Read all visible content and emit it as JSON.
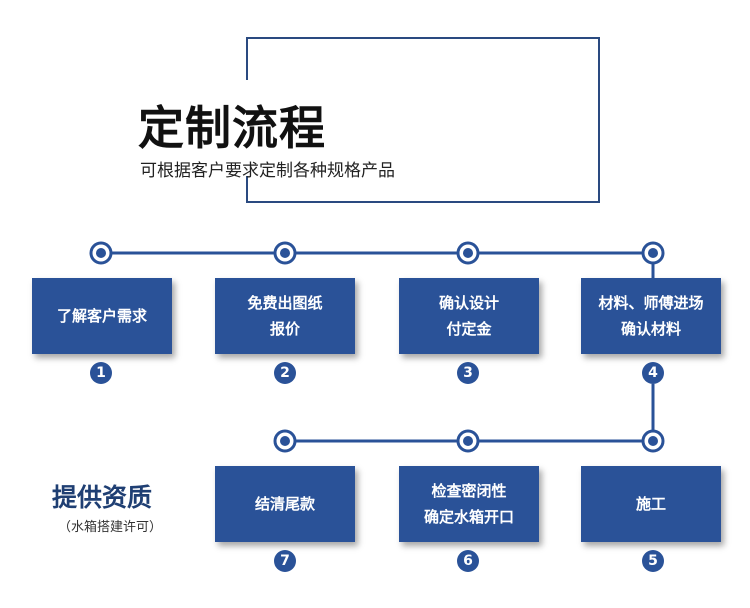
{
  "header": {
    "title": "定制流程",
    "subtitle": "可根据客户要求定制各种规格产品"
  },
  "steps": [
    {
      "number": "1",
      "label": "了解客户需求"
    },
    {
      "number": "2",
      "label": "免费出图纸\n报价"
    },
    {
      "number": "3",
      "label": "确认设计\n付定金"
    },
    {
      "number": "4",
      "label": "材料、师傅进场\n确认材料"
    },
    {
      "number": "5",
      "label": "施工"
    },
    {
      "number": "6",
      "label": "检查密闭性\n确定水箱开口"
    },
    {
      "number": "7",
      "label": "结清尾款"
    }
  ],
  "credentials": {
    "title": "提供资质",
    "subtitle": "（水箱搭建许可）"
  },
  "colors": {
    "box": "#2a5298",
    "line": "#2a5298",
    "frame": "#2a4a80",
    "credentials_title": "#1f3f73"
  }
}
